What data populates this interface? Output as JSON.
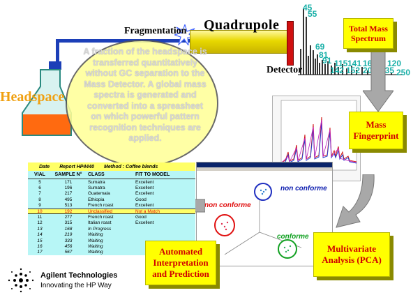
{
  "labels": {
    "headspace": "Headspace",
    "fragmentation": "Fragmentation",
    "quadrupole": "Quadrupole",
    "detector": "Detector"
  },
  "description": "A fraction of the headspace is transferred quantitatively without GC separation to the Mass Detector. A global mass spectra is generated and converted into a spreasheet on which powerful pattern recognition techniques are applied.",
  "boxes": {
    "total_mass_spectrum": "Total Mass Spectrum",
    "mass_fingerprint": "Mass Fingerprint",
    "multivariate_analysis": "Multivariate Analysis (PCA)",
    "automated_interpretation": "Automated Interpretation and Prediction"
  },
  "peak_labels": [
    "45",
    "55",
    "69",
    "81",
    "91",
    "115",
    "141",
    "165",
    "120",
    "142",
    "152",
    "205",
    "235",
    "250"
  ],
  "pca": {
    "non_conforme_blue": "non conforme",
    "non_conforme_red": "non conforme",
    "conforme": "conforme"
  },
  "report_table": {
    "header_date": "Date",
    "header_report": "Report HP4440",
    "header_method": "Method : Coffee blends",
    "columns": [
      "VIAL",
      "SAMPLE N°",
      "CLASS",
      "FIT TO MODEL"
    ],
    "rows": [
      [
        "5",
        "171",
        "Sumatra",
        "Excellent"
      ],
      [
        "6",
        "196",
        "Sumatra",
        "Excellent"
      ],
      [
        "7",
        "217",
        "Guatemala",
        "Excellent"
      ],
      [
        "8",
        "495",
        "Ethiopia",
        "Good"
      ],
      [
        "9",
        "513",
        "French roast",
        "Excellent"
      ],
      [
        "10",
        "192",
        "Unclassified",
        "Not a Match"
      ],
      [
        "11",
        "277",
        "French roast",
        "Good"
      ],
      [
        "12",
        "315",
        "Italian roast",
        "Excellent"
      ],
      [
        "13",
        "168",
        "In Progress",
        ""
      ],
      [
        "14",
        "219",
        "Waiting",
        ""
      ],
      [
        "15",
        "333",
        "Waiting",
        ""
      ],
      [
        "16",
        "456",
        "Waiting",
        ""
      ],
      [
        "17",
        "567",
        "Waiting",
        ""
      ]
    ]
  },
  "branding": {
    "name": "Agilent Technologies",
    "tagline": "Innovating the HP Way"
  },
  "colors": {
    "box_fill": "#ffff00",
    "box_text": "#d00000",
    "pipe": "#1c3fb8",
    "peak_labels": "#1ab0a8",
    "flask_label": "#f0a010"
  }
}
